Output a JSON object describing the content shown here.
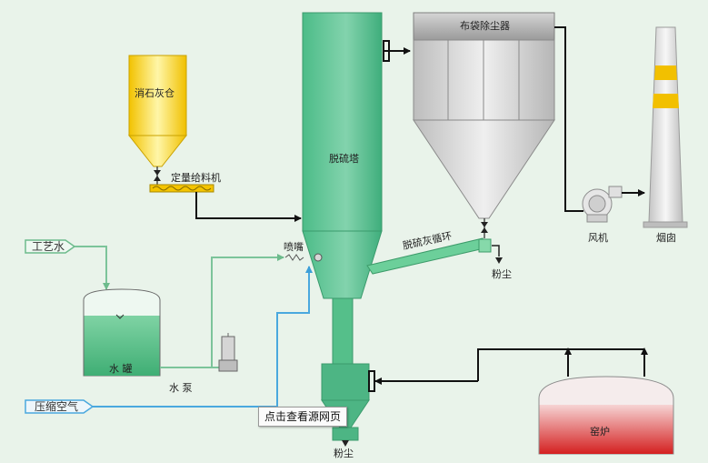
{
  "labels": {
    "lime_silo": "消石灰仓",
    "feeder": "定量给料机",
    "tower": "脱硫塔",
    "bag_filter": "布袋除尘器",
    "fan": "风机",
    "chimney": "烟囱",
    "nozzle": "喷嘴",
    "recycle": "脱硫灰循环",
    "dust_right": "粉尘",
    "process_water": "工艺水",
    "water_tank": "水 罐",
    "pump": "水 泵",
    "compressed_air": "压缩空气",
    "dust_bottom": "粉尘",
    "kiln": "窑炉"
  },
  "tooltip": "点击查看源网页",
  "colors": {
    "background": "#e9f3ea",
    "tower": "#4fbf8c",
    "silo": "#f5c400",
    "filter": "#c9c9c9",
    "kiln": "#e23a3a",
    "tank_water": "#62c58f",
    "water_line": "#7cc49a",
    "air_line": "#4aa8de",
    "flow_line": "#111111"
  }
}
